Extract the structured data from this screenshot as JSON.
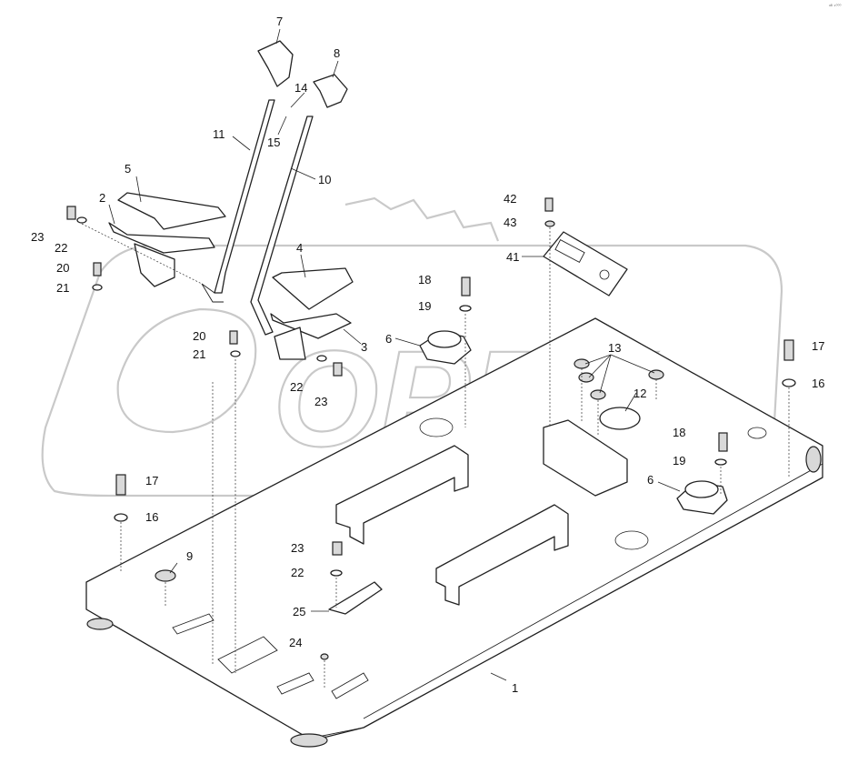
{
  "corner_mark": "ᵃᴮ ⁹⁰⁰⁰",
  "watermark": "OPEX",
  "labels": [
    {
      "text": "7"
    },
    {
      "text": "8"
    },
    {
      "text": "14"
    },
    {
      "text": "15"
    },
    {
      "text": "11"
    },
    {
      "text": "10"
    },
    {
      "text": "5"
    },
    {
      "text": "2"
    },
    {
      "text": "23"
    },
    {
      "text": "22"
    },
    {
      "text": "20"
    },
    {
      "text": "21"
    },
    {
      "text": "4"
    },
    {
      "text": "20"
    },
    {
      "text": "21"
    },
    {
      "text": "3"
    },
    {
      "text": "22"
    },
    {
      "text": "23"
    },
    {
      "text": "42"
    },
    {
      "text": "43"
    },
    {
      "text": "41"
    },
    {
      "text": "18"
    },
    {
      "text": "19"
    },
    {
      "text": "6"
    },
    {
      "text": "13"
    },
    {
      "text": "12"
    },
    {
      "text": "17"
    },
    {
      "text": "16"
    },
    {
      "text": "18"
    },
    {
      "text": "19"
    },
    {
      "text": "6"
    },
    {
      "text": "17"
    },
    {
      "text": "16"
    },
    {
      "text": "9"
    },
    {
      "text": "23"
    },
    {
      "text": "22"
    },
    {
      "text": "25"
    },
    {
      "text": "24"
    },
    {
      "text": "1"
    }
  ]
}
